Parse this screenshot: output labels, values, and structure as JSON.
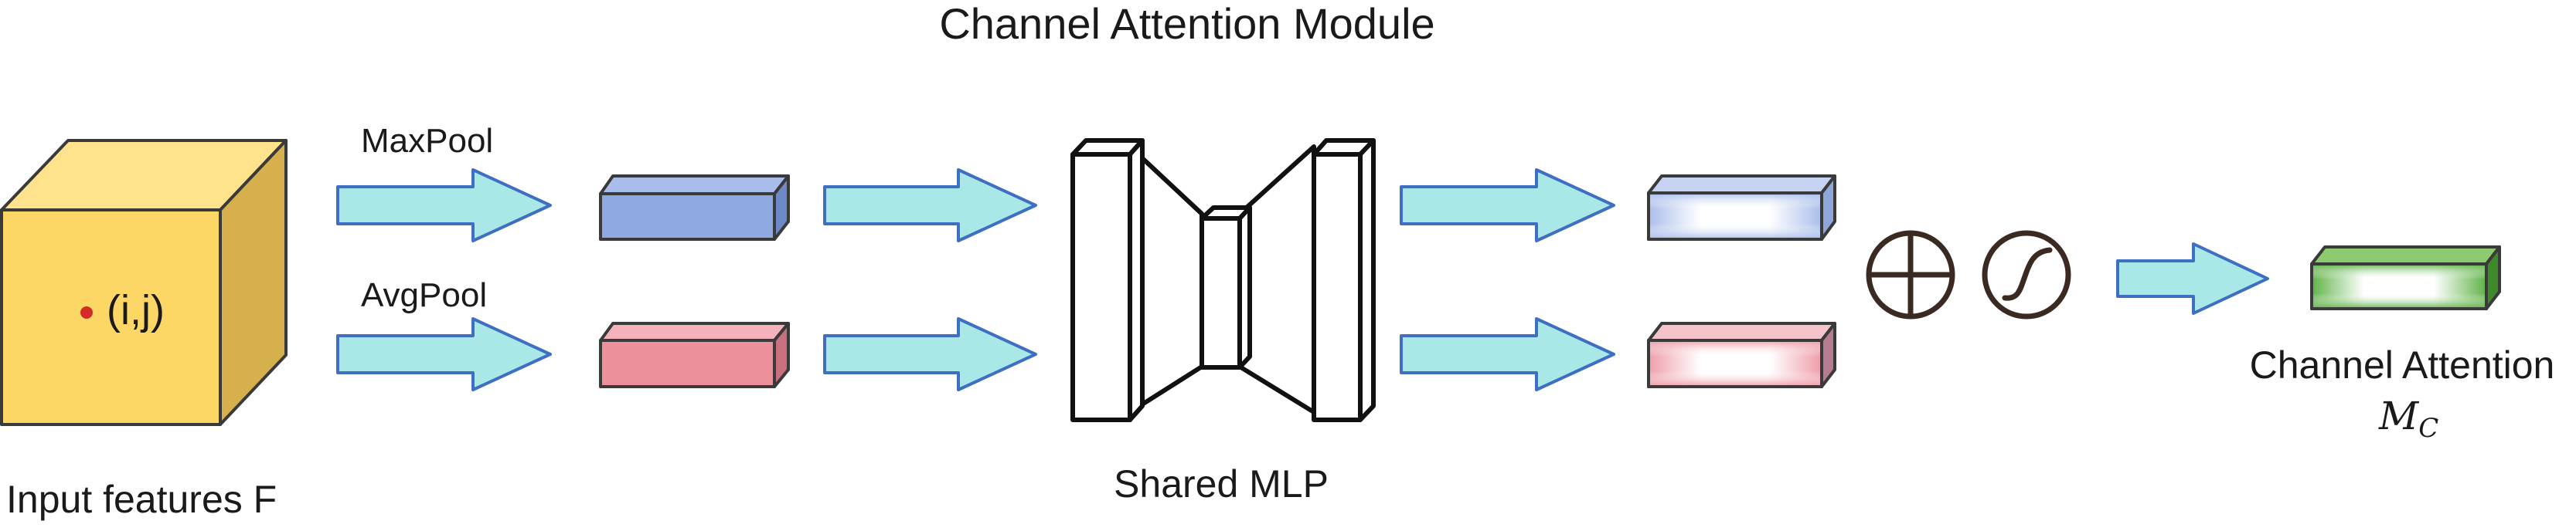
{
  "title": "Channel Attention Module",
  "input": {
    "label": "Input features F",
    "point_label": "(i,j)"
  },
  "branches": {
    "top": {
      "label": "MaxPool",
      "color": "#8FA9E3"
    },
    "bottom": {
      "label": "AvgPool",
      "color": "#EE8F9C"
    }
  },
  "mlp": {
    "label": "Shared MLP"
  },
  "operators": {
    "sum_icon": "circled-plus-icon",
    "sigmoid_icon": "sigmoid-icon"
  },
  "output": {
    "label": "Channel Attention",
    "symbol_main": "M",
    "symbol_sub": "C",
    "color": "#5FB347"
  },
  "colors": {
    "cube_front": "#FDD766",
    "cube_top": "#FFE38C",
    "cube_side": "#D6B04C",
    "arrow_fill": "#A9E8E6",
    "arrow_stroke": "#3F6FC2",
    "point": "#D42A2A"
  }
}
